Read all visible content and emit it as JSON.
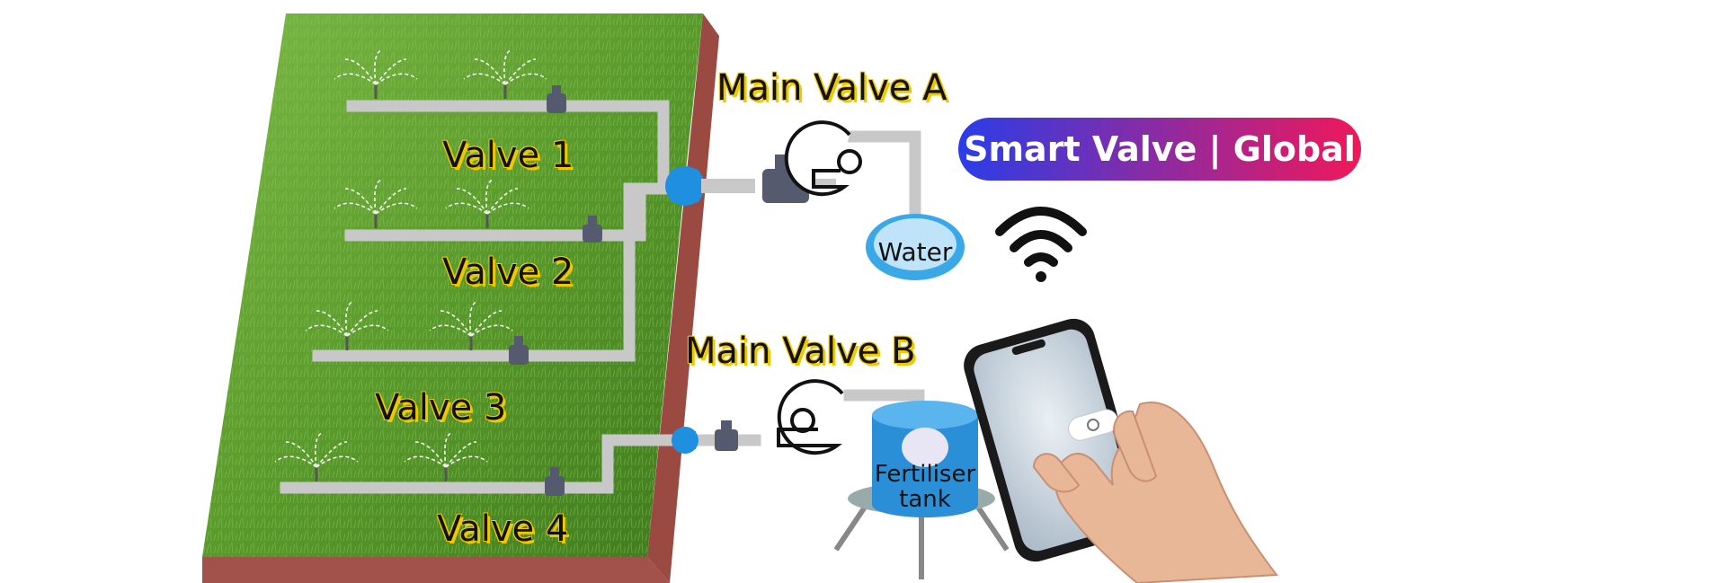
{
  "labels": {
    "main_valve_a": "Main Valve A",
    "main_valve_b": "Main Valve B",
    "valve_1": "Valve 1",
    "valve_2": "Valve 2",
    "valve_3": "Valve 3",
    "valve_4": "Valve 4",
    "water": "Water",
    "fertiliser_line1": "Fertiliser",
    "fertiliser_line2": "tank"
  },
  "badge": {
    "text": "Smart Valve | Global",
    "gradient_start": "#2a3de8",
    "gradient_end": "#f0185a"
  },
  "colors": {
    "grass": "#5a9a2c",
    "soil": "#9a4a40",
    "pipe": "#c8c8c8",
    "coupling": "#1f8fe0",
    "valve_body": "#555a6e",
    "water": "#3aa8e6",
    "tank": "#2a8fd6",
    "label_outline": "#f0c800"
  },
  "icons": [
    "wifi-icon",
    "sprinkler-icon",
    "pump-icon",
    "smartphone-icon",
    "hand-icon"
  ]
}
